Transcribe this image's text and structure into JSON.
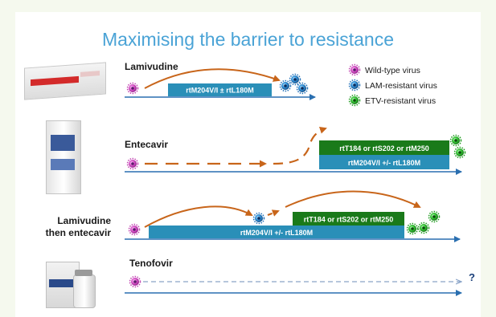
{
  "title": "Maximising the barrier to resistance",
  "rows": {
    "lamivudine": {
      "label": "Lamivudine",
      "mutation": "rtM204V/I ± rtL180M"
    },
    "entecavir": {
      "label": "Entecavir",
      "mutation_top": "rtT184 or rtS202 or rtM250",
      "mutation_bottom": "rtM204V/I +/-  rtL180M"
    },
    "lam_then_etv": {
      "label_line1": "Lamivudine",
      "label_line2": "then entecavir",
      "mutation_base": "rtM204V/I +/- rtL180M",
      "mutation_top": "rtT184 or rtS202 or rtM250"
    },
    "tenofovir": {
      "label": "Tenofovir",
      "question": "?"
    }
  },
  "legend": [
    {
      "label": "Wild-type virus",
      "color": "#d04ac0"
    },
    {
      "label": "LAM-resistant virus",
      "color": "#2f8fd8"
    },
    {
      "label": "ETV-resistant virus",
      "color": "#3fcf3f"
    }
  ],
  "colors": {
    "title": "#4aa3d6",
    "teal_box": "#2a8fb8",
    "green_box": "#1a7a1a",
    "arrow_orange": "#c8651a",
    "axis_blue": "#2a6fb0"
  }
}
